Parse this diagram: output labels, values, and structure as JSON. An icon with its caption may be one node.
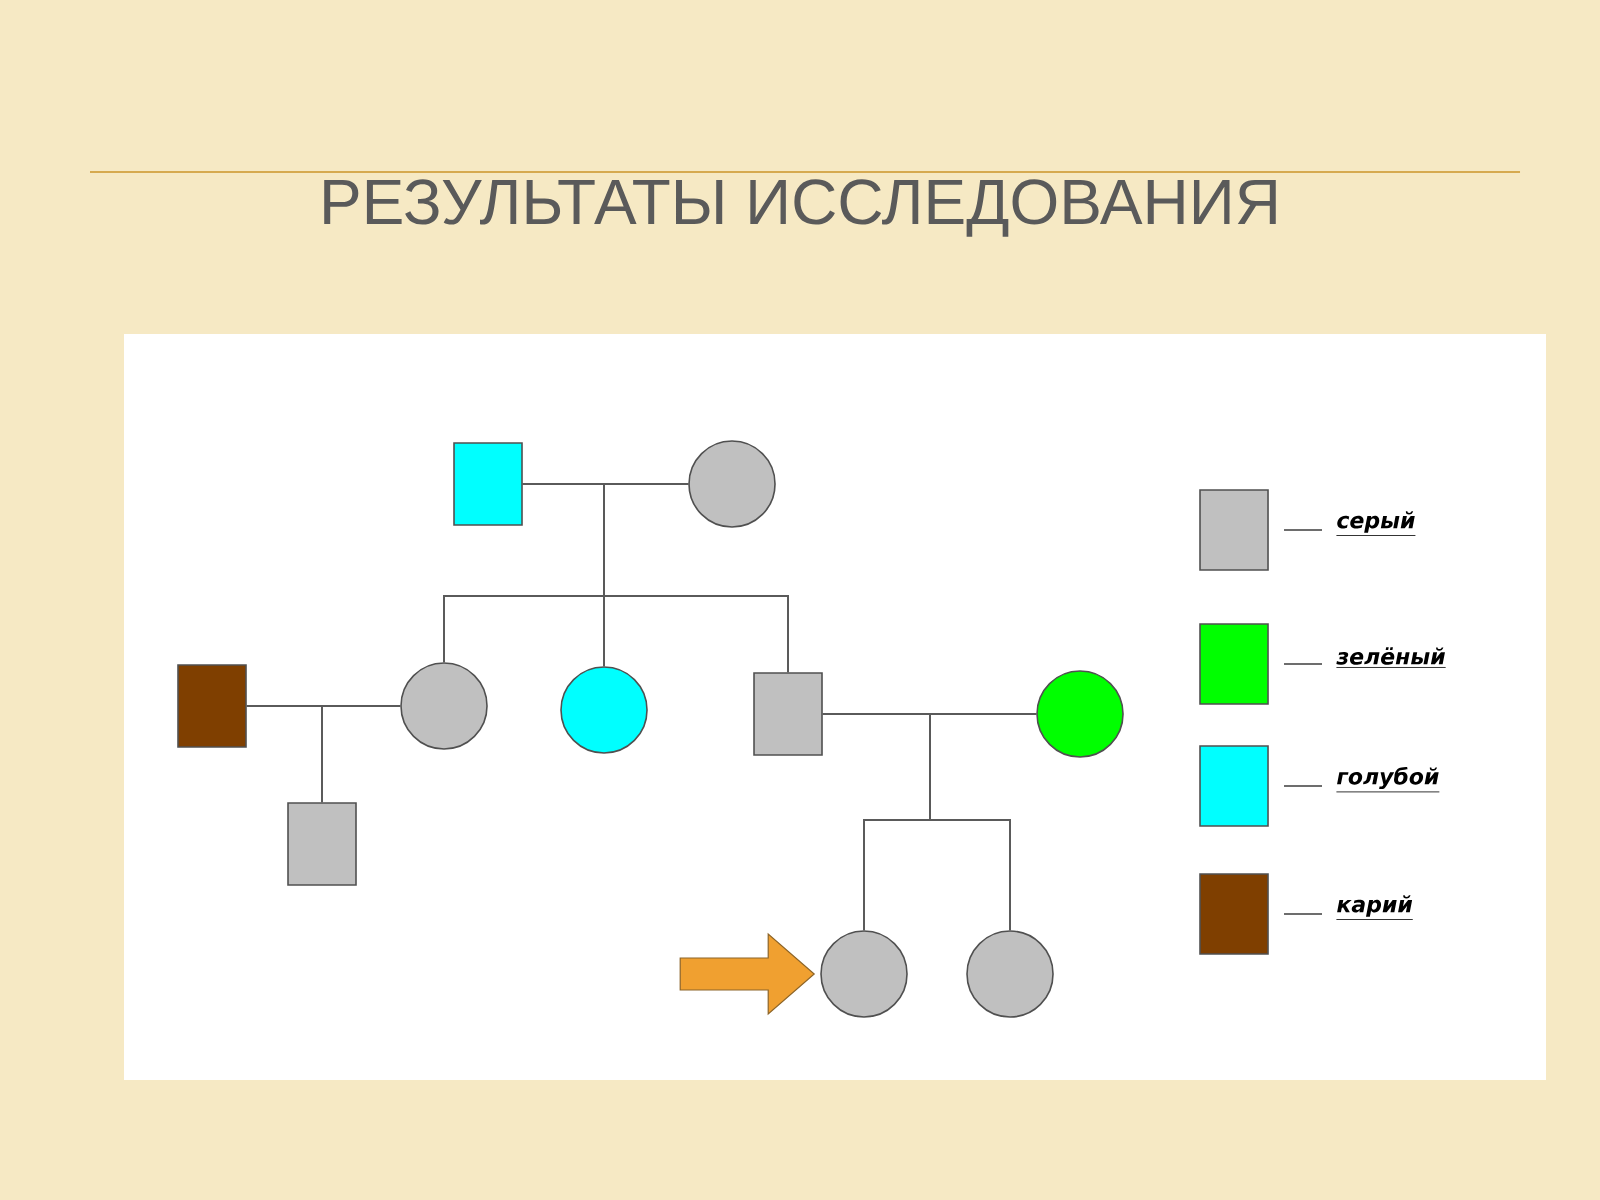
{
  "diagram": {
    "title": "РЕЗУЛЬТАТЫ ИССЛЕДОВАНИЯ",
    "nodes": [
      {
        "text": [],
        "shape": "box"
      },
      {
        "text": [],
        "shape": "circle"
      },
      {
        "text": [],
        "shape": "box"
      },
      {
        "text": [],
        "shape": "circle"
      },
      {
        "text": [],
        "shape": "circle"
      },
      {
        "text": [],
        "shape": "box"
      },
      {
        "text": [],
        "shape": "circle"
      },
      {
        "text": [],
        "shape": "box"
      },
      {
        "text": [],
        "shape": "circle"
      },
      {
        "text": [],
        "shape": "circle"
      }
    ],
    "edges": [
      {
        "from": 0,
        "to": 1,
        "arrow": "none"
      },
      {
        "from": 0,
        "to": 3,
        "arrow": "none"
      },
      {
        "from": 0,
        "to": 4,
        "arrow": "none"
      },
      {
        "from": 0,
        "to": 5,
        "arrow": "none"
      },
      {
        "from": 1,
        "to": 3,
        "arrow": "none"
      },
      {
        "from": 1,
        "to": 4,
        "arrow": "none"
      },
      {
        "from": 1,
        "to": 5,
        "arrow": "none"
      },
      {
        "from": 2,
        "to": 3,
        "arrow": "none"
      },
      {
        "from": 2,
        "to": 7,
        "arrow": "none"
      },
      {
        "from": 3,
        "to": 7,
        "arrow": "none"
      },
      {
        "from": 5,
        "to": 6,
        "arrow": "none"
      },
      {
        "from": 5,
        "to": 8,
        "arrow": "none"
      },
      {
        "from": 5,
        "to": 9,
        "arrow": "none"
      },
      {
        "from": 6,
        "to": 8,
        "arrow": "none"
      },
      {
        "from": 6,
        "to": 9,
        "arrow": "none"
      },
      {
        "from": null,
        "to": 8,
        "arrow": "to",
        "style": "thick",
        "color": "#f0a030"
      }
    ],
    "legend": [
      {
        "text": "серый",
        "color": "#c0c0c0"
      },
      {
        "text": "зелёный",
        "color": "#00ff00"
      },
      {
        "text": "голубой",
        "color": "#00ffff"
      },
      {
        "text": "карий",
        "color": "#7f3f00"
      }
    ]
  }
}
